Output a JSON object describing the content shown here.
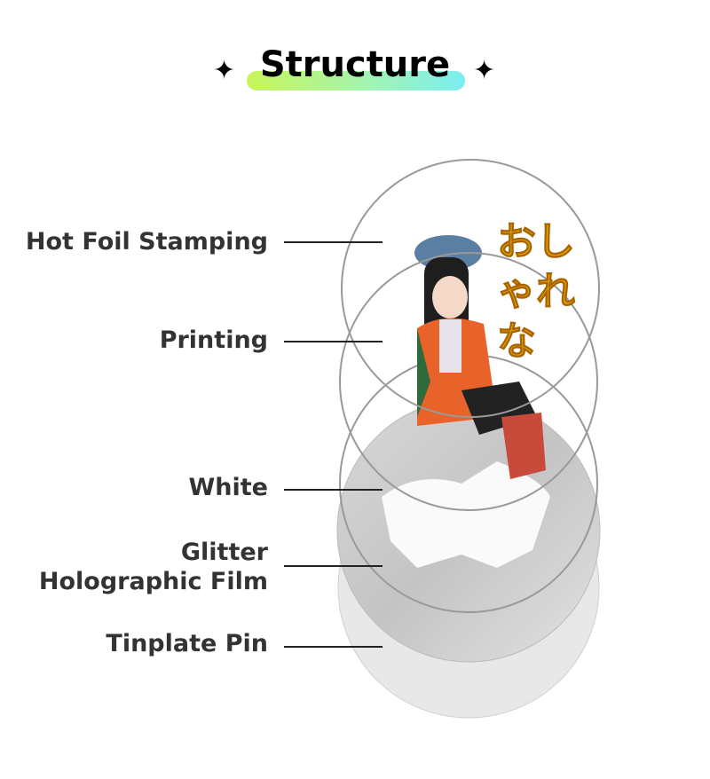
{
  "title": "Structure",
  "layers": [
    {
      "label": "Hot Foil Stamping"
    },
    {
      "label": "Printing"
    },
    {
      "label": "White"
    },
    {
      "label": "Glitter Holographic Film",
      "line1": "Glitter",
      "line2": "Holographic Film"
    },
    {
      "label": "Tinplate Pin"
    }
  ],
  "foil_text": "おしゃれな"
}
